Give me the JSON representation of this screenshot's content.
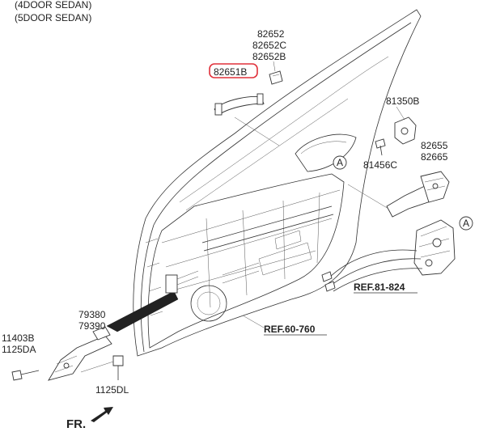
{
  "header": {
    "line1": "(4DOOR SEDAN)",
    "line2": "(5DOOR SEDAN)"
  },
  "labels": {
    "p82652": "82652",
    "p82652c": "82652C",
    "p82652b": "82652B",
    "p82651b": "82651B",
    "p81350b": "81350B",
    "p82655": "82655",
    "p82665": "82665",
    "p81456c": "81456C",
    "p79380": "79380",
    "p79390": "79390",
    "p11403b": "11403B",
    "p1125da": "1125DA",
    "p1125dl": "1125DL"
  },
  "refs": {
    "ref81": "REF.81-824",
    "ref60": "REF.60-760"
  },
  "callouts": {
    "a1": "A",
    "a2": "A"
  },
  "footer": {
    "fr": "FR."
  },
  "colors": {
    "highlight": "#e0303a",
    "line": "#333333",
    "shade": "#dddddd"
  }
}
